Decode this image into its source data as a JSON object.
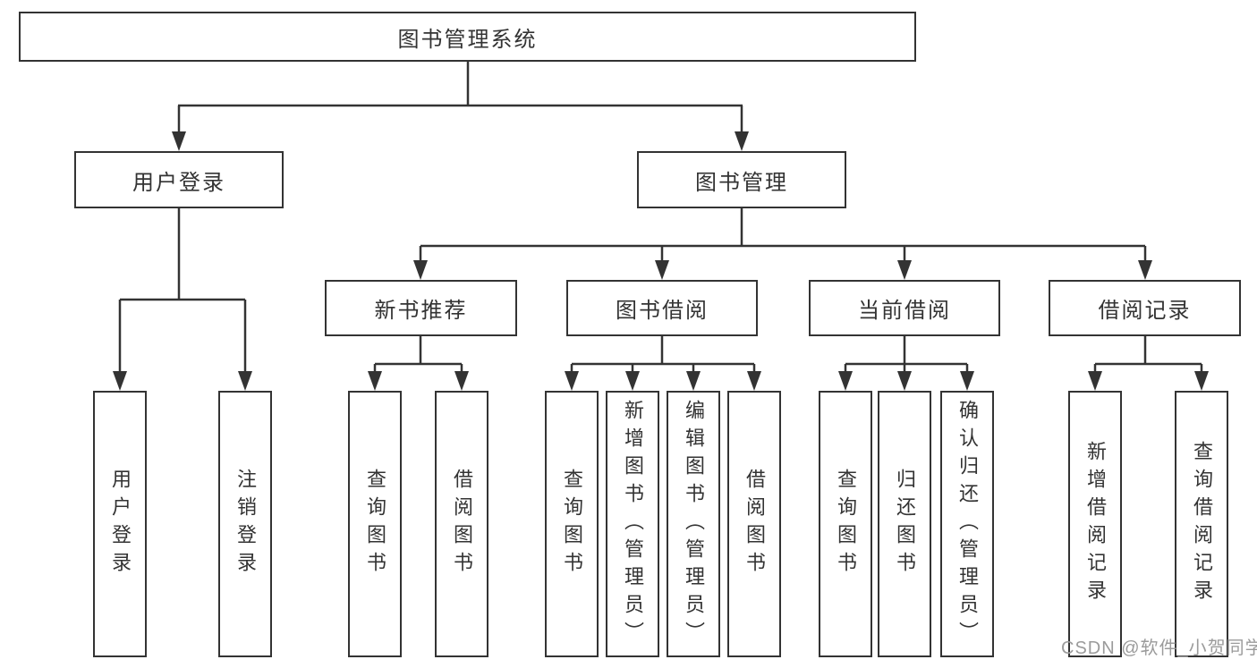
{
  "colors": {
    "line": "#333333",
    "box_border": "#333333",
    "text": "#333333",
    "watermark_text": "#9b9b9b",
    "background": "#ffffff"
  },
  "tree": {
    "root": {
      "label": "图书管理系统"
    },
    "children": [
      {
        "label": "用户登录",
        "children": [
          {
            "label": "用户登录"
          },
          {
            "label": "注销登录"
          }
        ]
      },
      {
        "label": "图书管理",
        "children": [
          {
            "label": "新书推荐",
            "children": [
              {
                "label": "查询图书"
              },
              {
                "label": "借阅图书"
              }
            ]
          },
          {
            "label": "图书借阅",
            "children": [
              {
                "label": "查询图书"
              },
              {
                "label": "新增图书（管理员）"
              },
              {
                "label": "编辑图书（管理员）"
              },
              {
                "label": "借阅图书"
              }
            ]
          },
          {
            "label": "当前借阅",
            "children": [
              {
                "label": "查询图书"
              },
              {
                "label": "归还图书"
              },
              {
                "label": "确认归还（管理员）"
              }
            ]
          },
          {
            "label": "借阅记录",
            "children": [
              {
                "label": "新增借阅记录"
              },
              {
                "label": "查询借阅记录"
              }
            ]
          }
        ]
      }
    ]
  },
  "watermark": {
    "text": "CSDN @软件_小贺同学"
  }
}
